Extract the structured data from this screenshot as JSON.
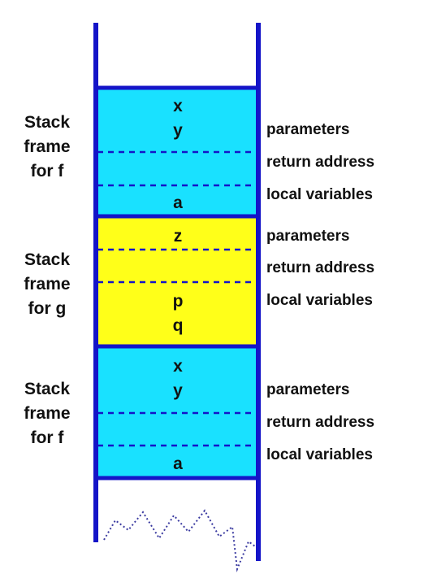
{
  "colors": {
    "border": "#1414c8",
    "frame_f": "#19e1ff",
    "frame_g": "#ffff19",
    "divider": "#1414c8",
    "squiggle": "#3a3aa0"
  },
  "frames": [
    {
      "label_lines": [
        "Stack",
        "frame",
        "for f"
      ],
      "vars": [
        "x",
        "y",
        "a"
      ],
      "slots": [
        "parameters",
        "return address",
        "local variables"
      ]
    },
    {
      "label_lines": [
        "Stack",
        "frame",
        "for g"
      ],
      "vars": [
        "z",
        "p",
        "q"
      ],
      "slots": [
        "parameters",
        "return address",
        "local variables"
      ]
    },
    {
      "label_lines": [
        "Stack",
        "frame",
        "for f"
      ],
      "vars": [
        "x",
        "y",
        "a"
      ],
      "slots": [
        "parameters",
        "return address",
        "local variables"
      ]
    }
  ]
}
